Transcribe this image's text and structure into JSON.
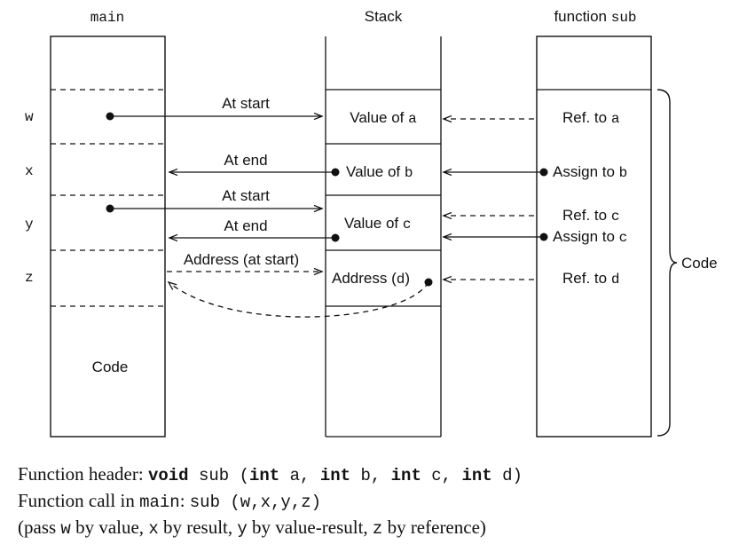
{
  "headers": {
    "main": "main",
    "stack": "Stack",
    "sub_prefix": "function ",
    "sub_name": "sub"
  },
  "vars": {
    "w": "w",
    "x": "x",
    "y": "y",
    "z": "z"
  },
  "main_code": "Code",
  "stack_cells": {
    "a": {
      "prefix": "Value of ",
      "name": "a"
    },
    "b": {
      "prefix": "Value of ",
      "name": "b"
    },
    "c": {
      "prefix": "Value of ",
      "name": "c"
    },
    "d": {
      "prefix": "Address (",
      "name": "d",
      "suffix": ")"
    }
  },
  "arrows": {
    "w_start": "At start",
    "x_end": "At end",
    "y_start": "At start",
    "y_end": "At end",
    "z_addr": "Address (at start)"
  },
  "sub_refs": {
    "ref_a": {
      "prefix": "Ref. to ",
      "name": "a"
    },
    "assign_b": {
      "prefix": "Assign to ",
      "name": "b"
    },
    "ref_c": {
      "prefix": "Ref. to ",
      "name": "c"
    },
    "assign_c": {
      "prefix": "Assign to ",
      "name": "c"
    },
    "ref_d": {
      "prefix": "Ref. to ",
      "name": "d"
    }
  },
  "brace_label": "Code",
  "caption": {
    "line1_label": "Function header: ",
    "kw_void": "void",
    "sig_name": " sub (",
    "kw_int1": "int",
    "p_a": " a, ",
    "kw_int2": "int",
    "p_b": " b, ",
    "kw_int3": "int",
    "p_c": " c, ",
    "kw_int4": "int",
    "p_d": " d)",
    "line2_label": "Function call in ",
    "line2_main": "main",
    "line2_colon": ": ",
    "line2_call": "sub (w,x,y,z)",
    "line3_a": "(pass ",
    "line3_w": "w",
    "line3_b": " by value, ",
    "line3_x": "x",
    "line3_c": " by result, ",
    "line3_y": "y",
    "line3_d": " by value-result, ",
    "line3_z": "z",
    "line3_e": " by reference)"
  }
}
